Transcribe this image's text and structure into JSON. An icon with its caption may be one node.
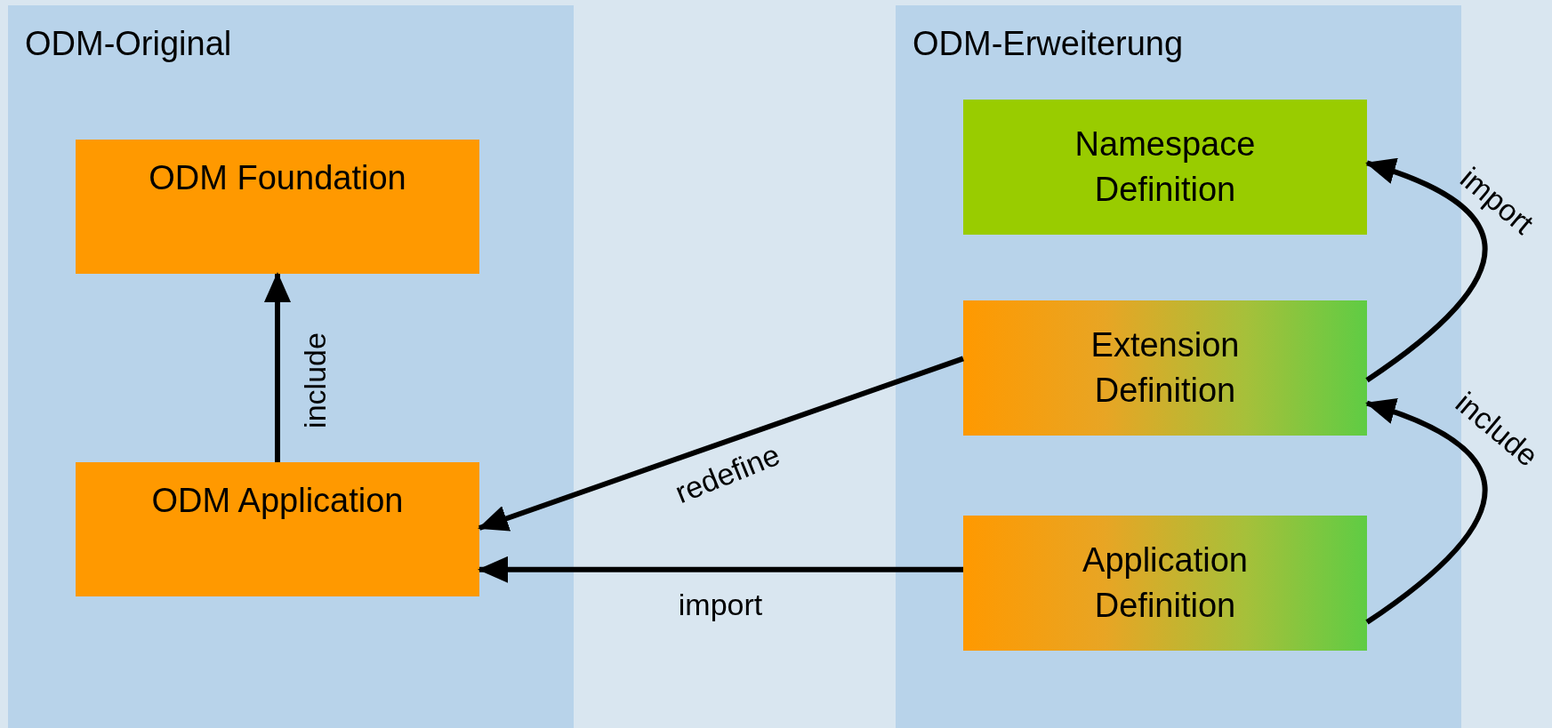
{
  "diagram": {
    "nodes": [
      {
        "text": [
          "ODM-Original"
        ]
      },
      {
        "text": [
          "ODM Foundation"
        ],
        "in": 0
      },
      {
        "text": [
          "ODM Application"
        ],
        "in": 0
      },
      {
        "text": [
          "ODM-Erweiterung"
        ]
      },
      {
        "text": [
          "Namespace Definition"
        ],
        "in": 3
      },
      {
        "text": [
          "Extension Definition"
        ],
        "in": 3
      },
      {
        "text": [
          "Application Definition"
        ],
        "in": 3
      }
    ],
    "edges": [
      {
        "from": 2,
        "to": 1,
        "arrow": "to",
        "label": "include"
      },
      {
        "from": 5,
        "to": 2,
        "arrow": "to",
        "label": "redefine"
      },
      {
        "from": 6,
        "to": 2,
        "arrow": "to",
        "label": "import"
      },
      {
        "from": 5,
        "to": 4,
        "arrow": "to",
        "label": "import"
      },
      {
        "from": 6,
        "to": 5,
        "arrow": "to",
        "label": "include"
      }
    ]
  }
}
